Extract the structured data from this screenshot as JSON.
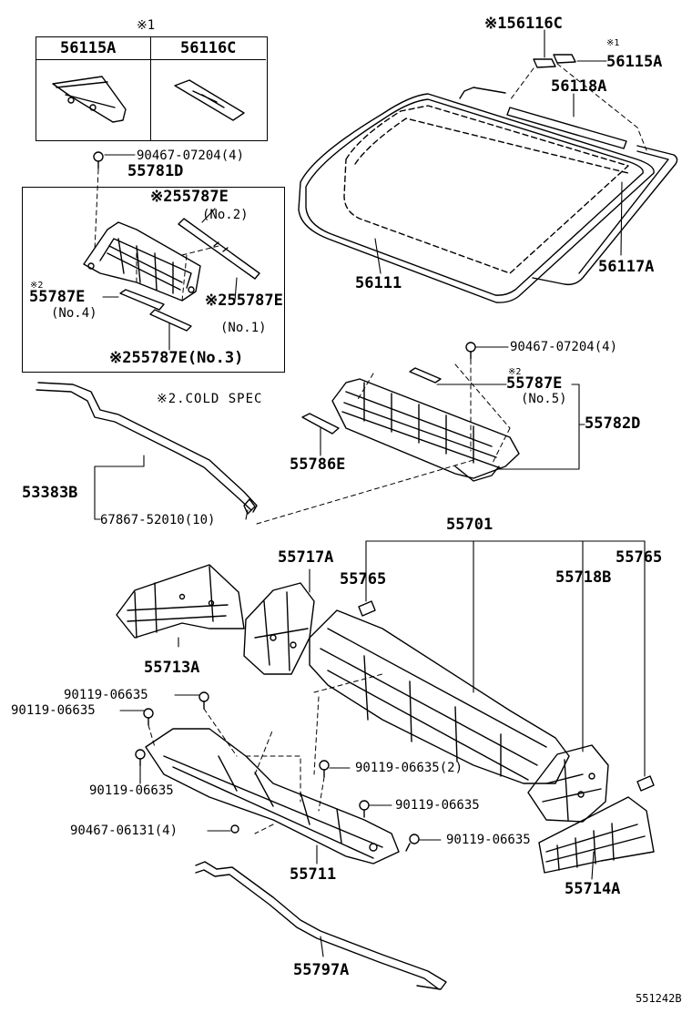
{
  "labels": {
    "kome1_top": "※1",
    "box1_left": "56115A",
    "box1_right": "56116C",
    "p90467_07204_a": "90467-07204(4)",
    "p55781D": "55781D",
    "p55787E_no2": "※255787E",
    "no2": "(No.2)",
    "kome2_no4": "※2",
    "p55787E_no4": "55787E",
    "no4": "(No.4)",
    "p55787E_no1": "※255787E",
    "no1": "(No.1)",
    "p55787E_no3": "※255787E(No.3)",
    "cold_spec": "※2.COLD SPEC",
    "p56116C_top": "※156116C",
    "kome1_right": "※1",
    "p56115A_right": "56115A",
    "p56118A": "56118A",
    "p56111": "56111",
    "p56117A": "56117A",
    "p90467_07204_b": "90467-07204(4)",
    "kome2_no5": "※2",
    "p55787E_no5": "55787E",
    "no5": "(No.5)",
    "p55782D": "55782D",
    "p55786E": "55786E",
    "p53383B": "53383B",
    "p67867": "67867-52010(10)",
    "p55701": "55701",
    "p55717A": "55717A",
    "p55765_a": "55765",
    "p55765_b": "55765",
    "p55718B": "55718B",
    "p55713A": "55713A",
    "p90119_a": "90119-06635",
    "p90119_b": "90119-06635",
    "p90119_c": "90119-06635",
    "p90119_d": "90119-06635(2)",
    "p90119_e": "90119-06635",
    "p90119_f": "90119-06635",
    "p90467_06131": "90467-06131(4)",
    "p55711": "55711",
    "p55714A": "55714A",
    "p55797A": "55797A",
    "figure_code": "551242B"
  }
}
